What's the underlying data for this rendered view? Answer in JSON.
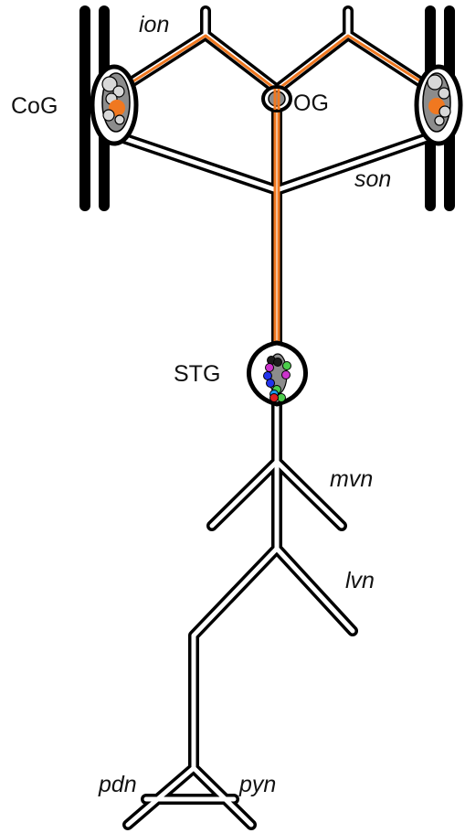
{
  "labels": {
    "ganglia": {
      "cog": "CoG",
      "og": "OG",
      "stg": "STG"
    },
    "nerves": {
      "ion": "ion",
      "son": "son",
      "mvn": "mvn",
      "lvn": "lvn",
      "pdn": "pdn",
      "pyn": "pyn"
    }
  },
  "colors": {
    "outline": "#000000",
    "ganglion_fill": "#ffffff",
    "neuropil": "#8c8c8c",
    "highlight_path": "#f07820",
    "cog_soma": "#f07820",
    "soma_light": "#d8d8d8",
    "stg_somata": [
      "#1a1a1a",
      "#cc33cc",
      "#4ccd4c",
      "#2233ee",
      "#cc33cc",
      "#2233ee",
      "#1a1a1a",
      "#4ccd4c",
      "#1a9cf0",
      "#4ccd4c",
      "#e02020"
    ]
  }
}
